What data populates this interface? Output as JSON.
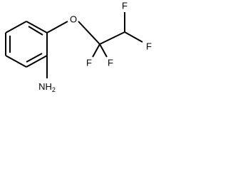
{
  "molecule": {
    "atoms": {
      "oxygen": "O",
      "fluorine_top": "F",
      "fluorine_right": "F",
      "fluorine_bottom_left": "F",
      "fluorine_bottom_right": "F",
      "amine": "NH",
      "amine_subscript": "2"
    }
  }
}
